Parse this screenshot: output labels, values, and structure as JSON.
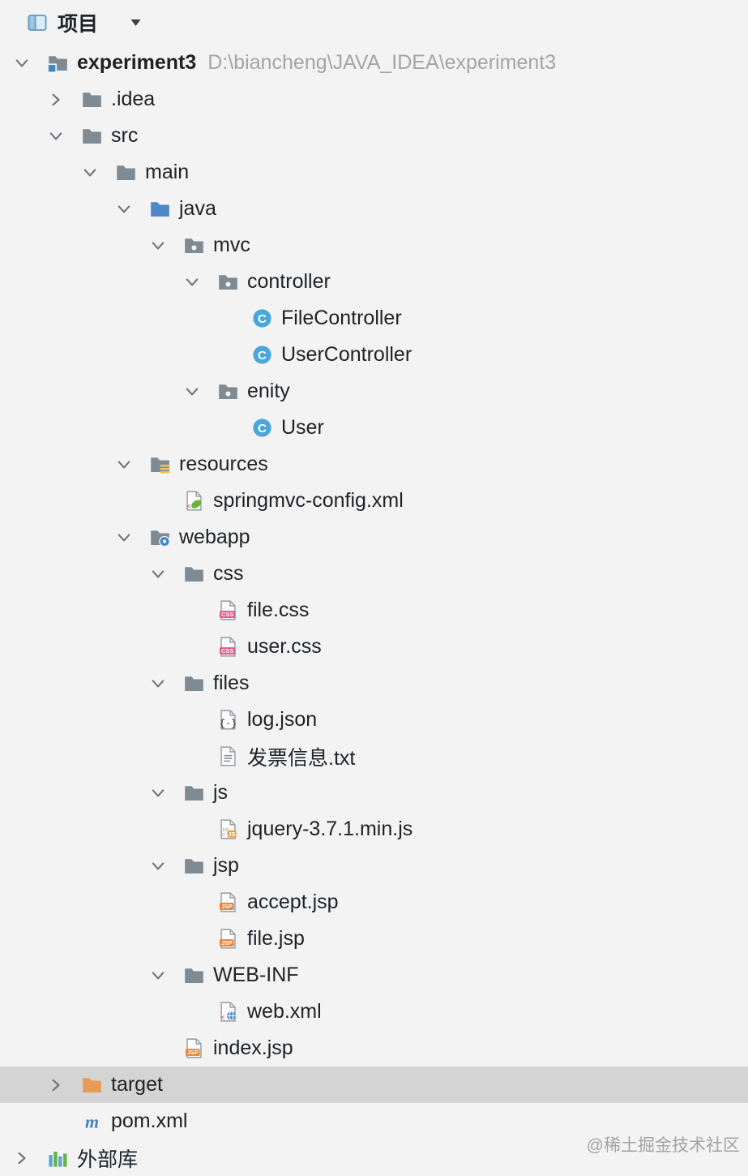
{
  "header": {
    "title": "项目",
    "tool_window_icon": "project-tool-window-icon",
    "dropdown_icon": "chevron-down-filled"
  },
  "colors": {
    "panel_bg": "#F3F3F3",
    "selection_bg": "#D4D4D4",
    "label_text": "#1E2226",
    "path_text": "#A1A5AB",
    "folder": "#7F8B94",
    "sources_folder": "#4D89C9",
    "excluded_folder": "#E89B55",
    "class_icon": "#4BA6DA",
    "css_badge": "#E0578C",
    "jsp_badge": "#E8833A",
    "spring_leaf": "#6DB33F",
    "maven_m": "#4A7FBF"
  },
  "watermark": "@稀土掘金技术社区",
  "tree": {
    "rows": [
      {
        "label": "experiment3",
        "path": "D:\\biancheng\\JAVA_IDEA\\experiment3",
        "level": 0,
        "chevron": "down",
        "icon": "project-folder",
        "bold": true
      },
      {
        "label": ".idea",
        "level": 1,
        "chevron": "right",
        "icon": "folder"
      },
      {
        "label": "src",
        "level": 1,
        "chevron": "down",
        "icon": "folder"
      },
      {
        "label": "main",
        "level": 2,
        "chevron": "down",
        "icon": "folder"
      },
      {
        "label": "java",
        "level": 3,
        "chevron": "down",
        "icon": "folder-sources"
      },
      {
        "label": "mvc",
        "level": 4,
        "chevron": "down",
        "icon": "package"
      },
      {
        "label": "controller",
        "level": 5,
        "chevron": "down",
        "icon": "package"
      },
      {
        "label": "FileController",
        "level": 6,
        "chevron": "none",
        "icon": "class"
      },
      {
        "label": "UserController",
        "level": 6,
        "chevron": "none",
        "icon": "class"
      },
      {
        "label": "enity",
        "level": 5,
        "chevron": "down",
        "icon": "package"
      },
      {
        "label": "User",
        "level": 6,
        "chevron": "none",
        "icon": "class"
      },
      {
        "label": "resources",
        "level": 3,
        "chevron": "down",
        "icon": "folder-resources"
      },
      {
        "label": "springmvc-config.xml",
        "level": 4,
        "chevron": "none",
        "icon": "xml-spring"
      },
      {
        "label": "webapp",
        "level": 3,
        "chevron": "down",
        "icon": "folder-web"
      },
      {
        "label": "css",
        "level": 4,
        "chevron": "down",
        "icon": "folder"
      },
      {
        "label": "file.css",
        "level": 5,
        "chevron": "none",
        "icon": "css"
      },
      {
        "label": "user.css",
        "level": 5,
        "chevron": "none",
        "icon": "css"
      },
      {
        "label": "files",
        "level": 4,
        "chevron": "down",
        "icon": "folder"
      },
      {
        "label": "log.json",
        "level": 5,
        "chevron": "none",
        "icon": "json"
      },
      {
        "label": "发票信息.txt",
        "level": 5,
        "chevron": "none",
        "icon": "txt"
      },
      {
        "label": "js",
        "level": 4,
        "chevron": "down",
        "icon": "folder"
      },
      {
        "label": "jquery-3.7.1.min.js",
        "level": 5,
        "chevron": "none",
        "icon": "js-min"
      },
      {
        "label": "jsp",
        "level": 4,
        "chevron": "down",
        "icon": "folder"
      },
      {
        "label": "accept.jsp",
        "level": 5,
        "chevron": "none",
        "icon": "jsp"
      },
      {
        "label": "file.jsp",
        "level": 5,
        "chevron": "none",
        "icon": "jsp"
      },
      {
        "label": "WEB-INF",
        "level": 4,
        "chevron": "down",
        "icon": "folder"
      },
      {
        "label": "web.xml",
        "level": 5,
        "chevron": "none",
        "icon": "xml-web"
      },
      {
        "label": "index.jsp",
        "level": 4,
        "chevron": "none",
        "icon": "jsp"
      },
      {
        "label": "target",
        "level": 1,
        "chevron": "right",
        "icon": "folder-excluded",
        "selected": true
      },
      {
        "label": "pom.xml",
        "level": 1,
        "chevron": "none",
        "icon": "maven"
      },
      {
        "label": "外部库",
        "level": 0,
        "chevron": "right",
        "icon": "library"
      }
    ]
  }
}
